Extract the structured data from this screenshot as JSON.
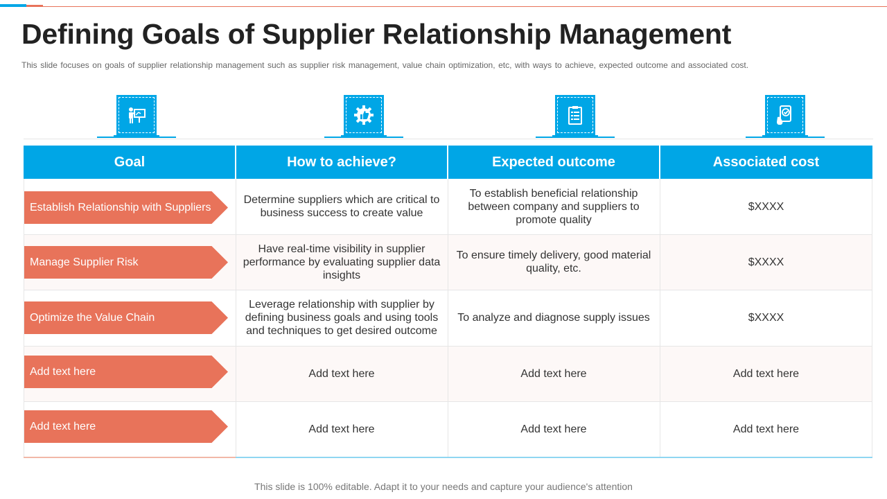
{
  "slide": {
    "title": "Defining Goals of Supplier Relationship Management",
    "subtitle": "This slide focuses on goals of supplier relationship management such as supplier risk management, value chain optimization, etc, with ways to achieve, expected outcome and associated cost.",
    "footer": "This slide is 100% editable. Adapt it to your needs and capture your audience's attention"
  },
  "icons": [
    "presentation-board-icon",
    "gear-thumbs-up-icon",
    "checklist-clipboard-icon",
    "mobile-checkmark-icon"
  ],
  "colors": {
    "header": "#00a6e6",
    "goal_arrow": "#e8735a",
    "row_alt": "#fdf8f7"
  },
  "table": {
    "headers": [
      "Goal",
      "How to achieve?",
      "Expected outcome",
      "Associated cost"
    ],
    "rows": [
      {
        "goal": "Establish Relationship with Suppliers",
        "how": "Determine suppliers which are critical to business success to create value",
        "outcome": "To establish beneficial relationship between company and suppliers to promote quality",
        "cost": "$XXXX"
      },
      {
        "goal": "Manage Supplier Risk",
        "how": "Have real-time visibility in supplier performance by evaluating supplier data insights",
        "outcome": "To ensure timely delivery, good material quality, etc.",
        "cost": "$XXXX"
      },
      {
        "goal": "Optimize the Value Chain",
        "how": "Leverage relationship with supplier by defining business goals and using tools and techniques to get desired outcome",
        "outcome": "To analyze  and diagnose supply issues",
        "cost": "$XXXX"
      },
      {
        "goal": "Add text here",
        "how": "Add text here",
        "outcome": "Add text here",
        "cost": "Add text here"
      },
      {
        "goal": "Add text here",
        "how": "Add text here",
        "outcome": "Add text here",
        "cost": "Add text here"
      }
    ]
  }
}
